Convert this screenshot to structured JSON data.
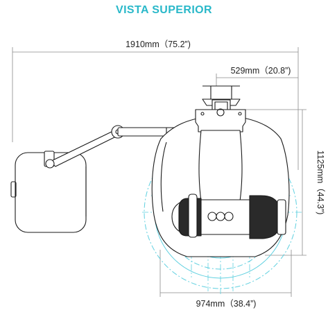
{
  "title": "VISTA SUPERIOR",
  "dimensions": {
    "overall_width": "1910mm（75.2”)",
    "top_mount_width": "529mm（20.8”)",
    "depth": "1125mm（44.3”)",
    "bottom_width": "974mm（38.4”)"
  },
  "colors": {
    "title": "#29b8c9",
    "outline": "#1a1a1a",
    "guide": "#5fd0e0",
    "dim_line": "#8a8a8a"
  }
}
